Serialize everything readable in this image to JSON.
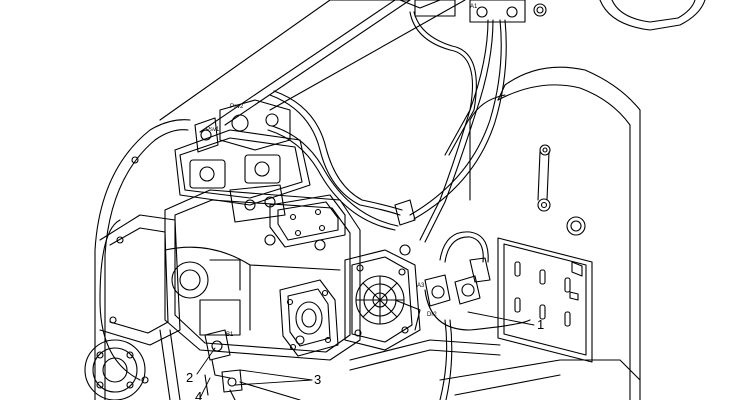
{
  "diagram": {
    "callouts": [
      {
        "id": "1",
        "label": "1"
      },
      {
        "id": "2",
        "label": "2"
      },
      {
        "id": "3",
        "label": "3"
      },
      {
        "id": "4",
        "label": "4"
      }
    ],
    "port_labels": {
      "psv2": "Psv2",
      "psv1": "Psv1",
      "a1": "A1",
      "b1": "B1",
      "a3": "A3",
      "dr2": "Dr2"
    },
    "colors": {
      "line": "#000000",
      "background": "#ffffff"
    }
  }
}
